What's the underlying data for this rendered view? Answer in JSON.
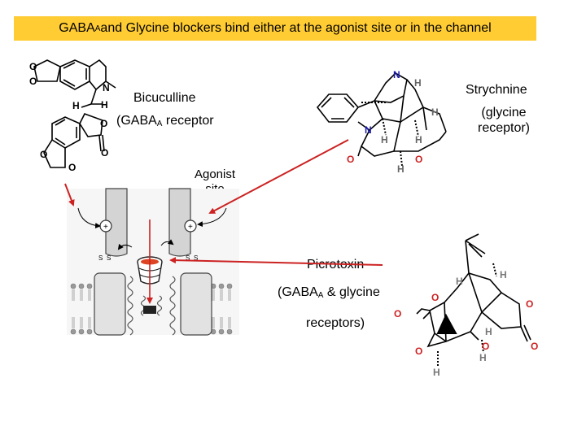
{
  "title": {
    "prefix": "GABA",
    "sub": "A",
    "suffix": " and Glycine blockers bind either at the agonist site or in the channel"
  },
  "labels": {
    "bicuculline": "Bicuculline",
    "bicuculline_receptor_prefix": "(GABA",
    "bicuculline_receptor_sub": "A",
    "bicuculline_receptor_suffix": " receptor",
    "strychnine": "Strychnine",
    "strychnine_receptor_line1": "(glycine",
    "strychnine_receptor_line2": "receptor)",
    "agonist_line1": "Agonist",
    "agonist_line2": "site",
    "picrotoxin": "Picrotoxin",
    "picrotoxin_receptors_prefix": "(GABA",
    "picrotoxin_receptors_sub": "A",
    "picrotoxin_receptors_suffix": "  & glycine",
    "picrotoxin_receptors_line2": "receptors)"
  },
  "atoms": {
    "O": "O",
    "N": "N",
    "H": "H",
    "S": "S"
  },
  "colors": {
    "title_bg": "#ffcc33",
    "arrow": "#cc2222",
    "strychnine_n": "#1a1aaa",
    "strychnine_o": "#cc2222",
    "strychnine_h": "#666666",
    "picrotoxin_o": "#cc2222",
    "picrotoxin_h": "#777777",
    "channel_plug": "#dd4422"
  }
}
